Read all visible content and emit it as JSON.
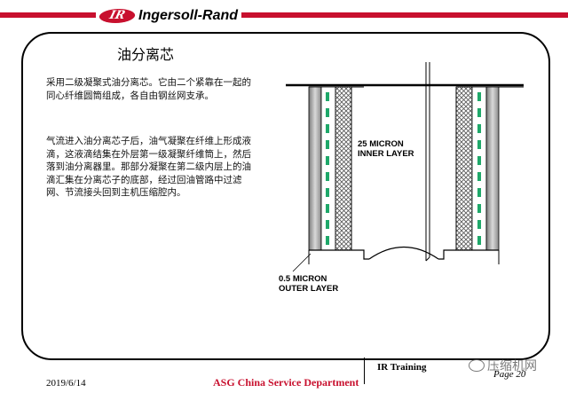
{
  "header": {
    "brand": "Ingersoll-Rand",
    "brand_mark": "IR",
    "bar_color": "#c8102e"
  },
  "slide": {
    "title": "油分离芯",
    "paragraph_1": "采用二级凝聚式油分离芯。它由二个紧靠在一起的同心纤维圆筒组成，各自由钢丝网支承。",
    "paragraph_2": "气流进入油分离芯子后，油气凝聚在纤维上形成液滴，这液滴结集在外层第一级凝聚纤维筒上，然后落到油分离器里。那部分凝聚在第二级内层上的油滴汇集在分离芯子的底部，经过回油管路中过滤网、节流接头回到主机压缩腔内。"
  },
  "diagram": {
    "inner_label_1": "25 MICRON",
    "inner_label_2": "INNER LAYER",
    "outer_label_1": "0.5 MICRON",
    "outer_label_2": "OUTER LAYER",
    "stripe_color": "#1fa86a"
  },
  "footer": {
    "date": "2019/6/14",
    "department": "ASG China  Service Department",
    "training": "IR Training",
    "page": "Page 20",
    "watermark": "压缩机网"
  }
}
